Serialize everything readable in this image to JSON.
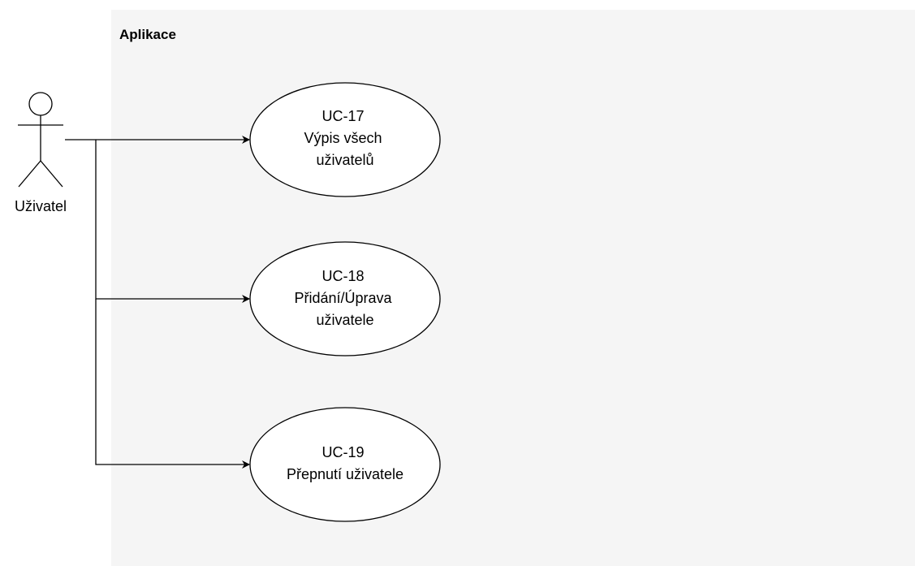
{
  "system": {
    "title": "Aplikace",
    "background": "#f5f5f5"
  },
  "actor": {
    "name": "Uživatel"
  },
  "use_cases": [
    {
      "id": "UC-17",
      "lines": [
        "UC-17",
        "Výpis všech",
        "uživatelů"
      ]
    },
    {
      "id": "UC-18",
      "lines": [
        "UC-18",
        "Přidání/Úprava",
        "uživatele"
      ]
    },
    {
      "id": "UC-19",
      "lines": [
        "UC-19",
        "Přepnutí uživatele"
      ]
    }
  ],
  "connections": [
    {
      "from": "Uživatel",
      "to": "UC-17"
    },
    {
      "from": "Uživatel",
      "to": "UC-18"
    },
    {
      "from": "Uživatel",
      "to": "UC-19"
    }
  ]
}
